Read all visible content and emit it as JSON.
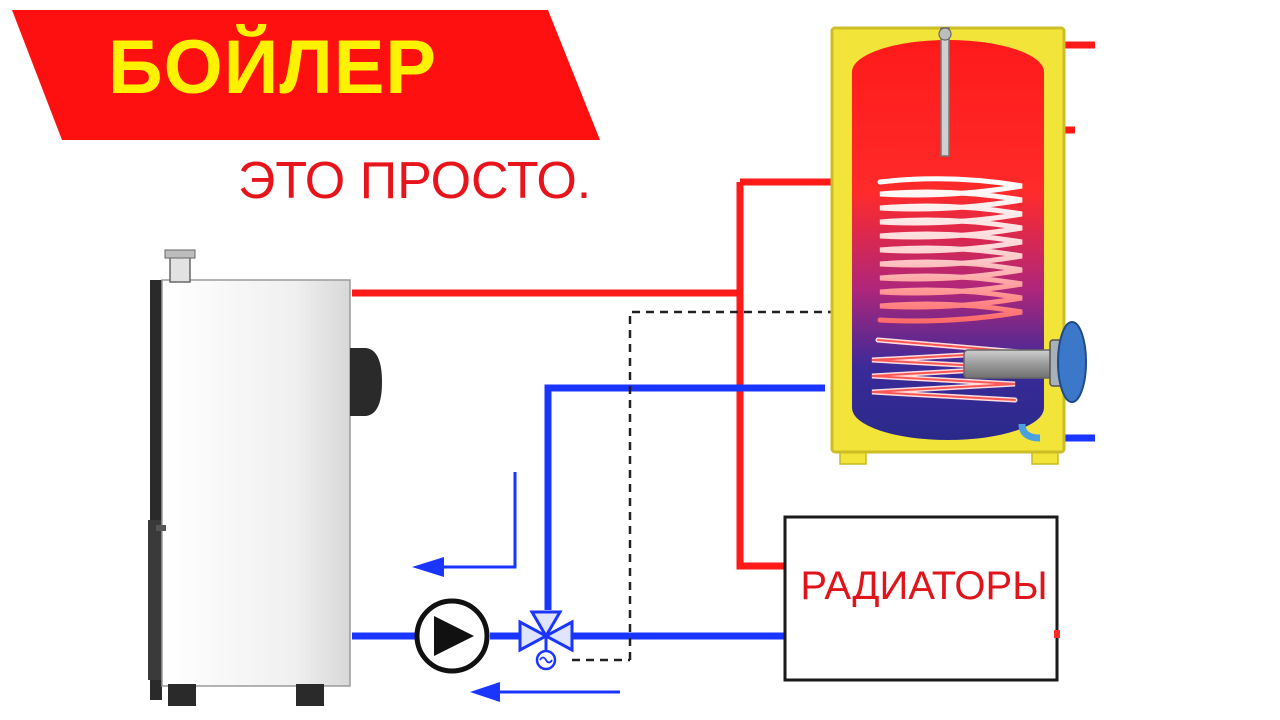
{
  "banner": {
    "title": "БОЙЛЕР"
  },
  "subtitle": "ЭТО ПРОСТО.",
  "radiators": {
    "label": "РАДИАТОРЫ"
  },
  "colors": {
    "banner_red": "#ff1010",
    "banner_text": "#fff200",
    "supply_pipe": "#ff1a1a",
    "return_pipe": "#1a35ff",
    "tank_casing": "#f3e43a",
    "control_line": "#222222"
  }
}
